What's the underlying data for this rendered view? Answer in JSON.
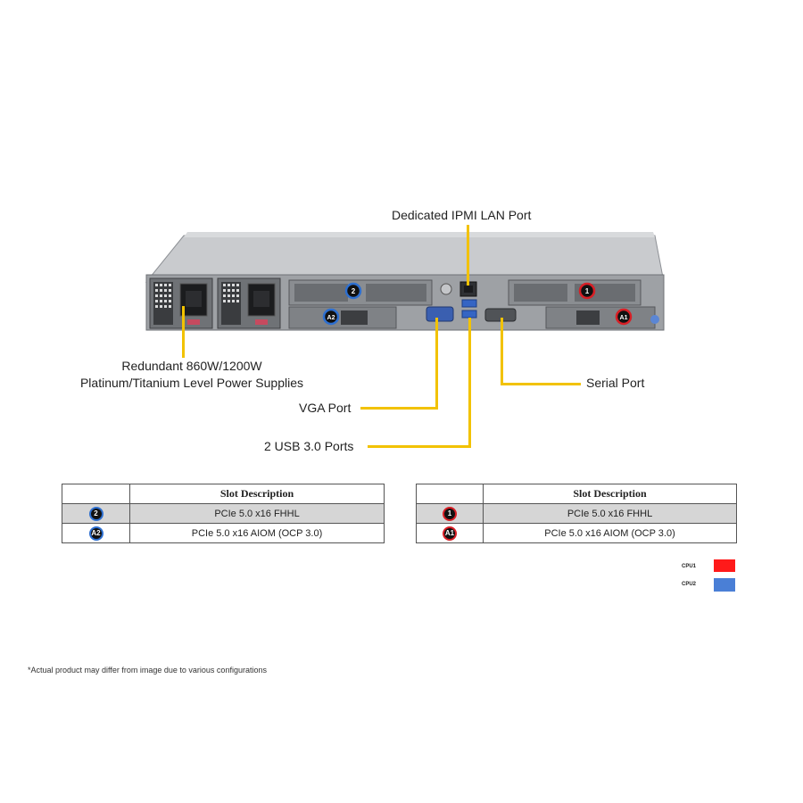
{
  "callouts": {
    "ipmi": "Dedicated IPMI  LAN Port",
    "psu_line1": "Redundant  860W/1200W",
    "psu_line2": "Platinum/Titanium  Level Power Supplies",
    "vga": "VGA Port",
    "usb": "2 USB 3.0 Ports",
    "serial": "Serial Port"
  },
  "slot_badges": {
    "slot2": "2",
    "slotA2": "A2",
    "slot1": "1",
    "slotA1": "A1"
  },
  "tables": {
    "cpu2": {
      "header": "Slot Description",
      "rows": [
        {
          "badge": "2",
          "desc": "PCIe 5.0 x16 FHHL"
        },
        {
          "badge": "A2",
          "desc": "PCIe 5.0 x16 AIOM (OCP 3.0)"
        }
      ]
    },
    "cpu1": {
      "header": "Slot Description",
      "rows": [
        {
          "badge": "1",
          "desc": "PCIe 5.0 x16 FHHL"
        },
        {
          "badge": "A1",
          "desc": "PCIe 5.0 x16 AIOM (OCP 3.0)"
        }
      ]
    }
  },
  "legend": {
    "cpu1": {
      "label": "CPU1",
      "color": "#ff1a1a"
    },
    "cpu2": {
      "label": "CPU2",
      "color": "#4a7fd6"
    }
  },
  "colors": {
    "callout_line": "#f2c200",
    "chassis": "#b9bbbe"
  },
  "footnote": "*Actual product may differ from image due to various configurations"
}
